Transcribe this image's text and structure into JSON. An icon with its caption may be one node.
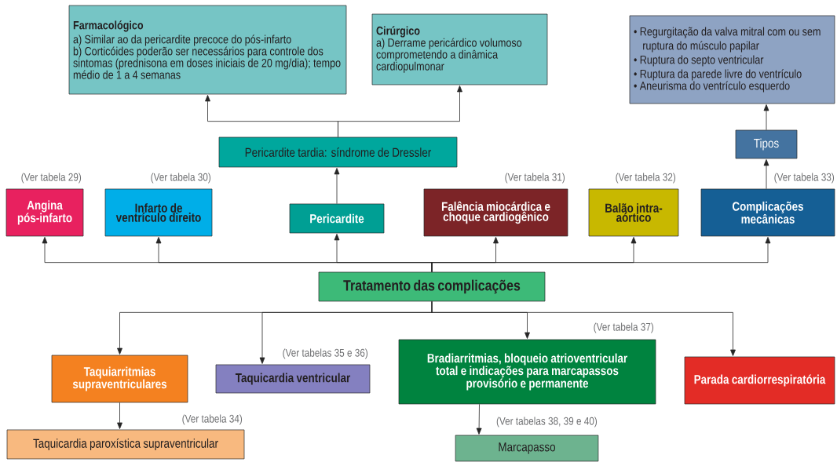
{
  "diagram": {
    "nodes": [
      {
        "text": [
          "Farmacológico",
          "a) Similar ao da pericardite precoce do pós-infarto",
          "b) Corticóides poderão ser necessários para controle dos sintomas (prednisona em doses iniciais de 20 mg/dia); tempo médio de 1 a 4 semanas"
        ]
      },
      {
        "text": [
          "Cirúrgico",
          "a) Derrame pericárdico volumoso comprometendo a dinâmica cardiopulmonar"
        ]
      },
      {
        "text": [
          "• Regurgitação da valva mitral com ou sem ruptura do músculo papilar",
          "• Ruptura do septo ventricular",
          "• Ruptura da parede livre do ventrículo",
          "• Aneurisma do ventrículo esquerdo"
        ]
      },
      {
        "text": [
          "Pericardite tardia: síndrome de Dressler"
        ]
      },
      {
        "text": [
          "Tipos"
        ]
      },
      {
        "text": [
          "Angina pós-infarto"
        ],
        "beside": [
          "(Ver tabela 29)"
        ]
      },
      {
        "text": [
          "Infarto de ventrículo direito"
        ],
        "beside": [
          "(Ver tabela 30)"
        ]
      },
      {
        "text": [
          "Pericardite"
        ]
      },
      {
        "text": [
          "Falência miocárdica e choque cardiogênico"
        ],
        "beside": [
          "(Ver tabela 31)"
        ]
      },
      {
        "text": [
          "Balão intra-aórtico"
        ],
        "beside": [
          "(Ver tabela 32)"
        ]
      },
      {
        "text": [
          "Complicações mecânicas"
        ],
        "beside": [
          "(Ver tabela 33)"
        ]
      },
      {
        "text": [
          "Tratamento das complicações"
        ]
      },
      {
        "text": [
          "Taquiarritmias supraventriculares"
        ]
      },
      {
        "text": [
          "Taquicardia ventricular"
        ],
        "beside": [
          "(Ver tabelas 35 e 36)"
        ]
      },
      {
        "text": [
          "Bradiarritmias, bloqueio atrioventricular total e indicações para marcapassos provisório e permanente"
        ],
        "beside": [
          "(Ver tabela 37)"
        ]
      },
      {
        "text": [
          "Parada cardiorrespiratória"
        ]
      },
      {
        "text": [
          "Taquicardia paroxística supraventricular"
        ],
        "beside": [
          "(Ver tabela 34)"
        ]
      },
      {
        "text": [
          "Marcapasso"
        ],
        "beside": [
          "(Ver tabelas 38, 39 e 40)"
        ]
      }
    ],
    "edges": [
      {
        "from": 11,
        "to": 5,
        "arrow": "to"
      },
      {
        "from": 11,
        "to": 6,
        "arrow": "to"
      },
      {
        "from": 11,
        "to": 7,
        "arrow": "to"
      },
      {
        "from": 11,
        "to": 8,
        "arrow": "to"
      },
      {
        "from": 11,
        "to": 9,
        "arrow": "to"
      },
      {
        "from": 11,
        "to": 10,
        "arrow": "to"
      },
      {
        "from": 7,
        "to": 3,
        "arrow": "to"
      },
      {
        "from": 3,
        "to": 0,
        "arrow": "to"
      },
      {
        "from": 3,
        "to": 1,
        "arrow": "to"
      },
      {
        "from": 10,
        "to": 4,
        "arrow": "to"
      },
      {
        "from": 4,
        "to": 2,
        "arrow": "to"
      },
      {
        "from": 11,
        "to": 12,
        "arrow": "to"
      },
      {
        "from": 11,
        "to": 13,
        "arrow": "to"
      },
      {
        "from": 11,
        "to": 14,
        "arrow": "to"
      },
      {
        "from": 11,
        "to": 15,
        "arrow": "to"
      },
      {
        "from": 12,
        "to": 16,
        "arrow": "to"
      },
      {
        "from": 14,
        "to": 17,
        "arrow": "to"
      }
    ]
  }
}
